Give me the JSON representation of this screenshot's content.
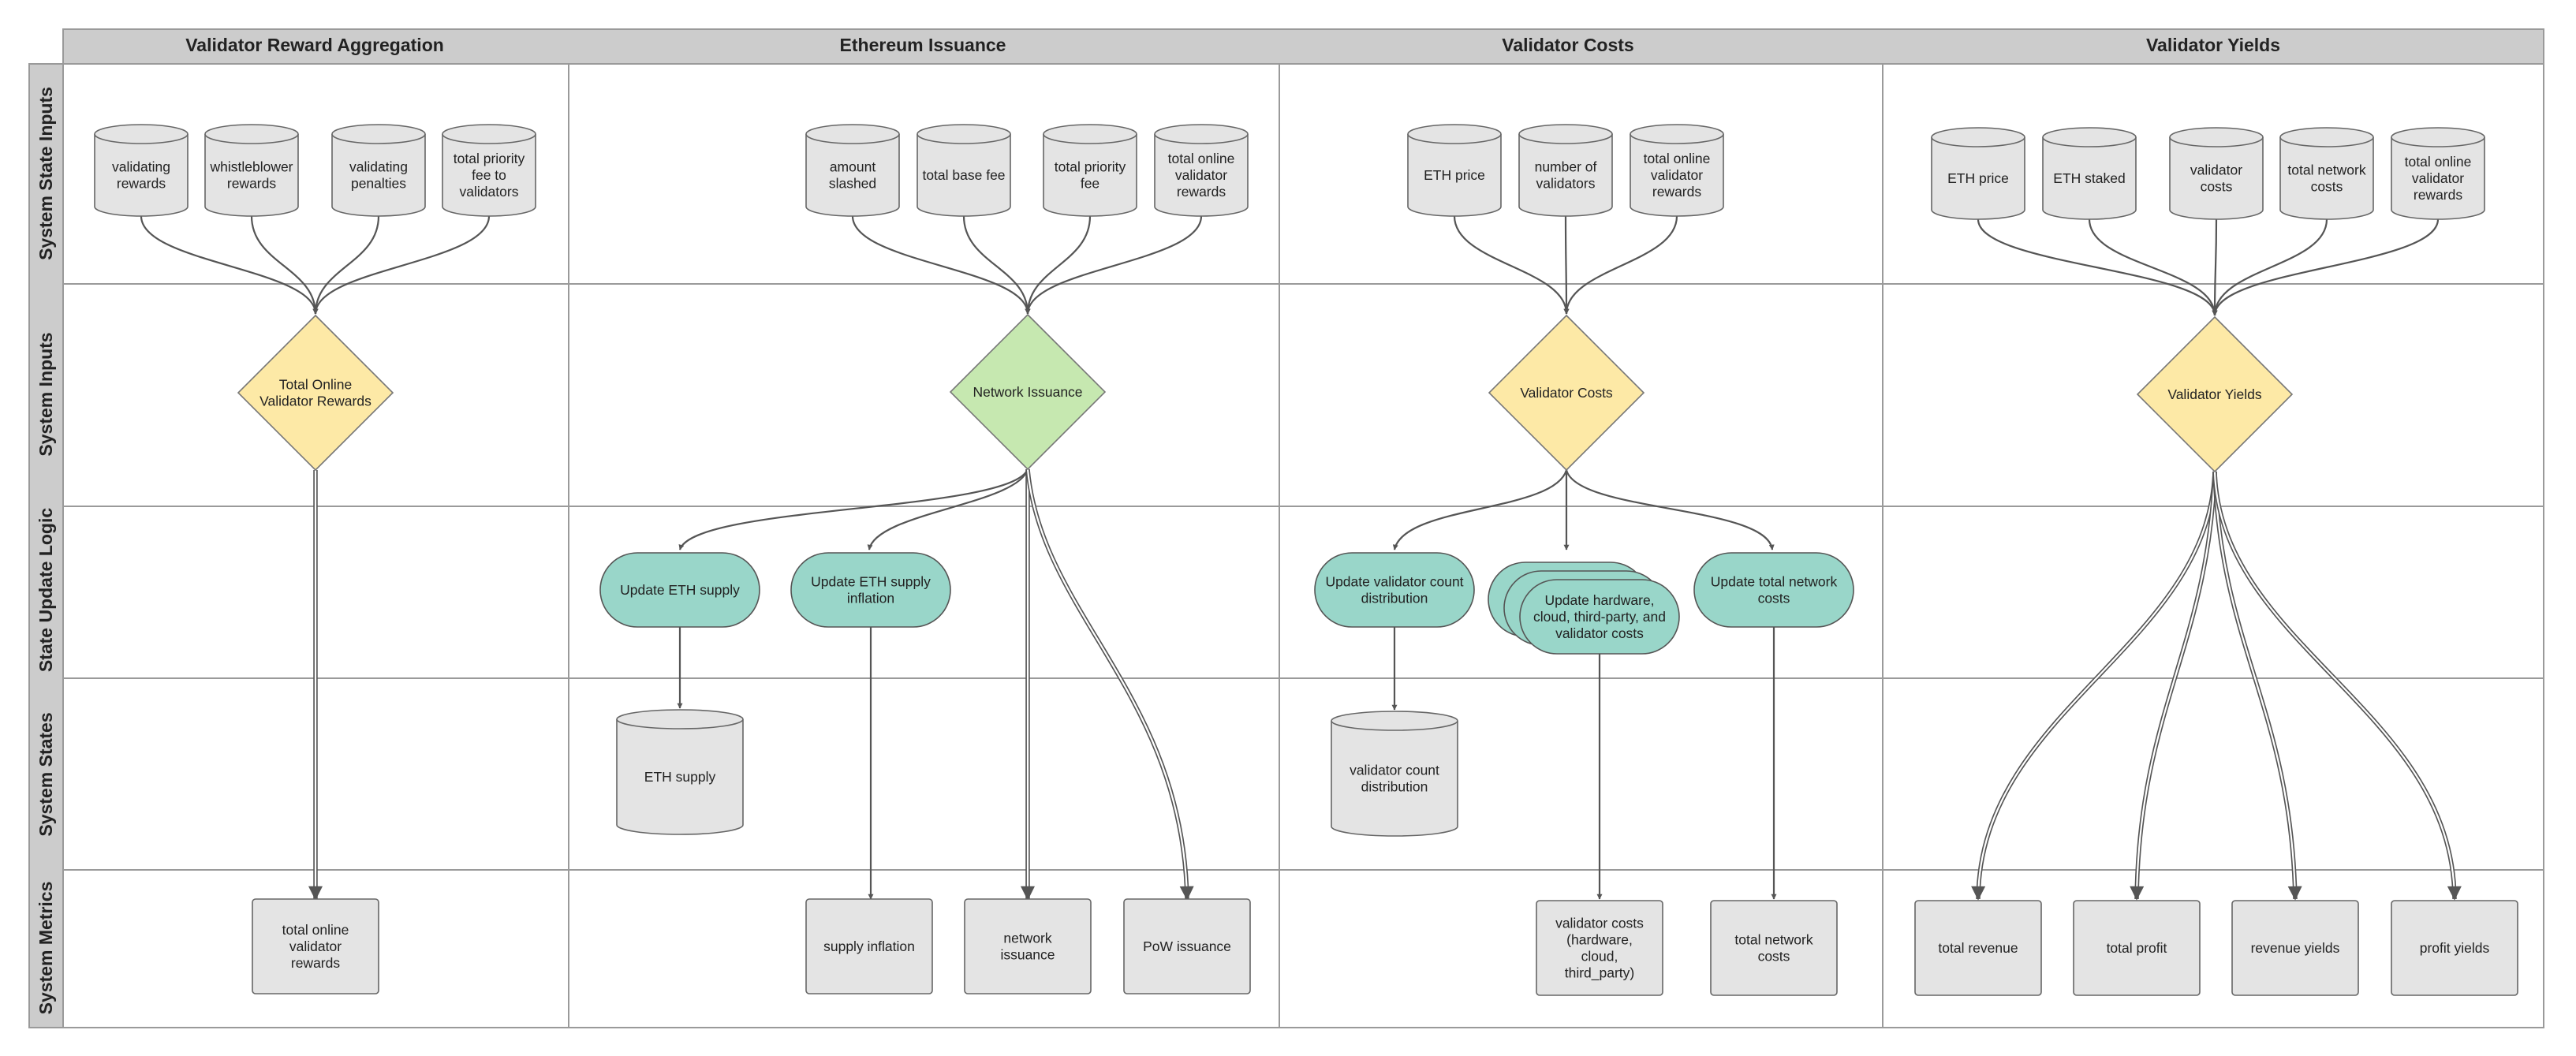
{
  "columns": [
    "Validator Reward Aggregation",
    "Ethereum Issuance",
    "Validator Costs",
    "Validator Yields"
  ],
  "rows": [
    "System State Inputs",
    "System Inputs",
    "State Update Logic",
    "System States",
    "System Metrics"
  ],
  "colors": {
    "header_fill": "#cccccc",
    "grid_line": "#9a9a9a",
    "cylinder_fill": "#e4e4e4",
    "metric_fill": "#e4e4e4",
    "diamond_yellow": "#fde9a6",
    "diamond_green": "#c6e8b0",
    "logic_fill": "#99d6c9",
    "edge": "#555555"
  },
  "nodes": {
    "validating_rewards": "validating\nrewards",
    "whistleblower_rewards": "whistleblower\nrewards",
    "validating_penalties": "validating\npenalties",
    "total_priority_fee_to_validators": "total priority\nfee to\nvalidators",
    "total_online_validator_rewards_policy": "Total Online\nValidator Rewards",
    "total_online_validator_rewards_metric": "total online\nvalidator\nrewards",
    "amount_slashed": "amount\nslashed",
    "total_base_fee": "total base fee",
    "total_priority_fee": "total priority\nfee",
    "total_online_validator_rewards_issuance": "total online\nvalidator\nrewards",
    "network_issuance_policy": "Network Issuance",
    "update_eth_supply": "Update ETH supply",
    "update_eth_supply_inflation": "Update ETH supply\ninflation",
    "eth_supply": "ETH supply",
    "supply_inflation": "supply inflation",
    "network_issuance_metric": "network\nissuance",
    "pow_issuance": "PoW issuance",
    "eth_price_costs": "ETH price",
    "number_of_validators": "number of\nvalidators",
    "total_online_validator_rewards_costs": "total online\nvalidator\nrewards",
    "validator_costs_policy": "Validator Costs",
    "update_validator_count_distribution": "Update validator count\ndistribution",
    "update_hardware_costs": "Update hardware,\ncloud, third-party, and\nvalidator costs",
    "update_total_network_costs": "Update total network\ncosts",
    "validator_count_distribution": "validator count\ndistribution",
    "validator_costs_metric": "validator costs\n(hardware,\ncloud,\nthird_party)",
    "total_network_costs_metric": "total network\ncosts",
    "eth_price_yields": "ETH price",
    "eth_staked": "ETH staked",
    "validator_costs_input": "validator\ncosts",
    "total_network_costs_input": "total network\ncosts",
    "total_online_validator_rewards_yields": "total online\nvalidator\nrewards",
    "validator_yields_policy": "Validator Yields",
    "total_revenue": "total revenue",
    "total_profit": "total profit",
    "revenue_yields": "revenue yields",
    "profit_yields": "profit yields"
  }
}
